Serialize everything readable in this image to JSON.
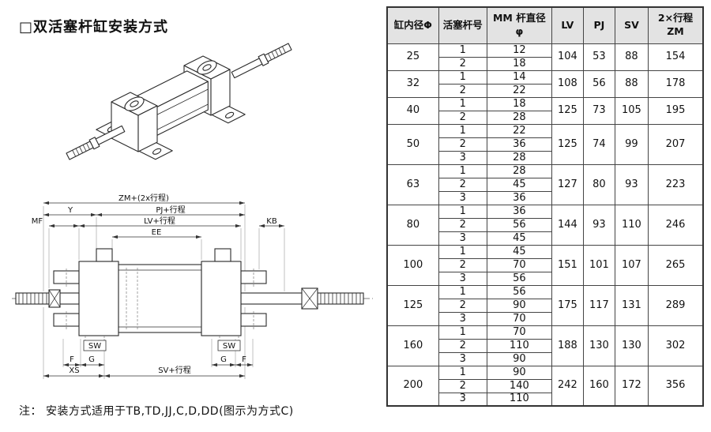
{
  "page": {
    "title": "□双活塞杆缸安装方式",
    "note": "注： 安装方式适用于TB,TD,JJ,C,D,DD(图示为方式C)"
  },
  "diagram": {
    "dims": {
      "zm": "ZM+(2x行程)",
      "y": "Y",
      "pj": "PJ+行程",
      "mf": "MF",
      "lv": "LV+行程",
      "ee": "EE",
      "kb": "KB",
      "sw_left": "SW",
      "sw_right": "SW",
      "f_left": "F",
      "g_left": "G",
      "g_right": "G",
      "f_right": "F",
      "xs": "XS",
      "sv": "SV+行程"
    }
  },
  "table": {
    "headers": [
      {
        "lines": [
          "缸内径Φ"
        ]
      },
      {
        "lines": [
          "活塞杆号"
        ]
      },
      {
        "lines": [
          "MM 杆直径",
          "φ"
        ]
      },
      {
        "lines": [
          "LV"
        ]
      },
      {
        "lines": [
          "PJ"
        ]
      },
      {
        "lines": [
          "SV"
        ]
      },
      {
        "lines": [
          "2×行程",
          "ZM"
        ]
      }
    ],
    "groups": [
      {
        "bore": "25",
        "rods": [
          {
            "no": "1",
            "mm": "12"
          },
          {
            "no": "2",
            "mm": "18"
          }
        ],
        "lv": "104",
        "pj": "53",
        "sv": "88",
        "zm": "154"
      },
      {
        "bore": "32",
        "rods": [
          {
            "no": "1",
            "mm": "14"
          },
          {
            "no": "2",
            "mm": "22"
          }
        ],
        "lv": "108",
        "pj": "56",
        "sv": "88",
        "zm": "178"
      },
      {
        "bore": "40",
        "rods": [
          {
            "no": "1",
            "mm": "18"
          },
          {
            "no": "2",
            "mm": "28"
          }
        ],
        "lv": "125",
        "pj": "73",
        "sv": "105",
        "zm": "195"
      },
      {
        "bore": "50",
        "rods": [
          {
            "no": "1",
            "mm": "22"
          },
          {
            "no": "2",
            "mm": "36"
          },
          {
            "no": "3",
            "mm": "28"
          }
        ],
        "lv": "125",
        "pj": "74",
        "sv": "99",
        "zm": "207"
      },
      {
        "bore": "63",
        "rods": [
          {
            "no": "1",
            "mm": "28"
          },
          {
            "no": "2",
            "mm": "45"
          },
          {
            "no": "3",
            "mm": "36"
          }
        ],
        "lv": "127",
        "pj": "80",
        "sv": "93",
        "zm": "223"
      },
      {
        "bore": "80",
        "rods": [
          {
            "no": "1",
            "mm": "36"
          },
          {
            "no": "2",
            "mm": "56"
          },
          {
            "no": "3",
            "mm": "45"
          }
        ],
        "lv": "144",
        "pj": "93",
        "sv": "110",
        "zm": "246"
      },
      {
        "bore": "100",
        "rods": [
          {
            "no": "1",
            "mm": "45"
          },
          {
            "no": "2",
            "mm": "70"
          },
          {
            "no": "3",
            "mm": "56"
          }
        ],
        "lv": "151",
        "pj": "101",
        "sv": "107",
        "zm": "265"
      },
      {
        "bore": "125",
        "rods": [
          {
            "no": "1",
            "mm": "56"
          },
          {
            "no": "2",
            "mm": "90"
          },
          {
            "no": "3",
            "mm": "70"
          }
        ],
        "lv": "175",
        "pj": "117",
        "sv": "131",
        "zm": "289"
      },
      {
        "bore": "160",
        "rods": [
          {
            "no": "1",
            "mm": "70"
          },
          {
            "no": "2",
            "mm": "110"
          },
          {
            "no": "3",
            "mm": "90"
          }
        ],
        "lv": "188",
        "pj": "130",
        "sv": "130",
        "zm": "302"
      },
      {
        "bore": "200",
        "rods": [
          {
            "no": "1",
            "mm": "90"
          },
          {
            "no": "2",
            "mm": "140"
          },
          {
            "no": "3",
            "mm": "110"
          }
        ],
        "lv": "242",
        "pj": "160",
        "sv": "172",
        "zm": "356"
      }
    ]
  }
}
